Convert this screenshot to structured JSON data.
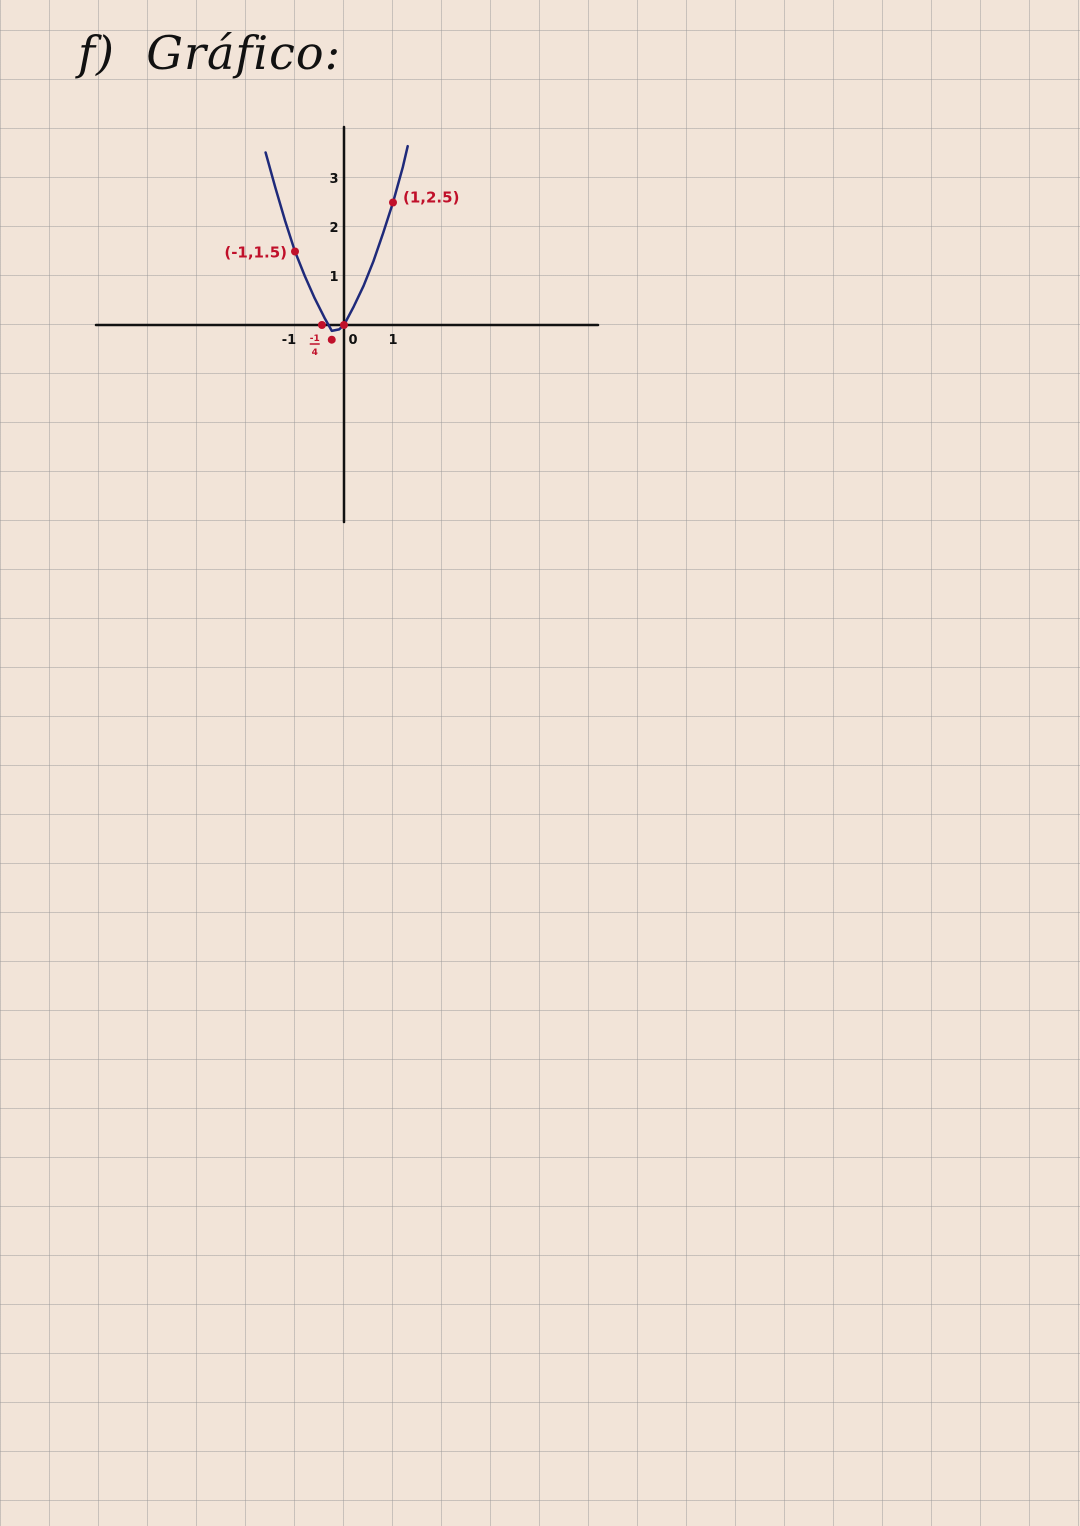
{
  "heading": "f)  Gráfico:",
  "chart_data": {
    "type": "line",
    "title": "",
    "xlabel": "",
    "ylabel": "",
    "grid": true,
    "xlim": [
      -5,
      5.2
    ],
    "ylim": [
      -4,
      4
    ],
    "x_ticks": [
      {
        "value": -1,
        "label": "-1"
      },
      {
        "value": 0,
        "label": "0"
      },
      {
        "value": 1,
        "label": "1"
      }
    ],
    "y_ticks": [
      {
        "value": 1,
        "label": "1"
      },
      {
        "value": 2,
        "label": "2"
      },
      {
        "value": 3,
        "label": "3"
      }
    ],
    "fraction_label": {
      "numerator": "-1",
      "denominator": "4",
      "value": -0.25
    },
    "series": [
      {
        "name": "",
        "color": "#1f2a7a",
        "x": [
          -1.6,
          -1.4,
          -1.2,
          -1.0,
          -0.8,
          -0.6,
          -0.4,
          -0.25,
          -0.1,
          0,
          0.2,
          0.4,
          0.6,
          0.8,
          1.0,
          1.2,
          1.3
        ],
        "y": [
          3.52,
          2.8,
          2.12,
          1.5,
          1.0,
          0.55,
          0.15,
          -0.12,
          -0.09,
          0,
          0.38,
          0.8,
          1.3,
          1.88,
          2.5,
          3.22,
          3.65
        ]
      }
    ],
    "points": [
      {
        "x": -1,
        "y": 1.5,
        "label": "(-1,1.5)",
        "label_side": "left"
      },
      {
        "x": 1,
        "y": 2.5,
        "label": "(1,2.5)",
        "label_side": "right"
      },
      {
        "x": -0.45,
        "y": 0,
        "label": "",
        "label_side": "none"
      },
      {
        "x": -0.25,
        "y": -0.3,
        "label": "",
        "label_side": "none"
      },
      {
        "x": 0,
        "y": 0,
        "label": "",
        "label_side": "none"
      }
    ],
    "point_color": "#c0102a"
  }
}
